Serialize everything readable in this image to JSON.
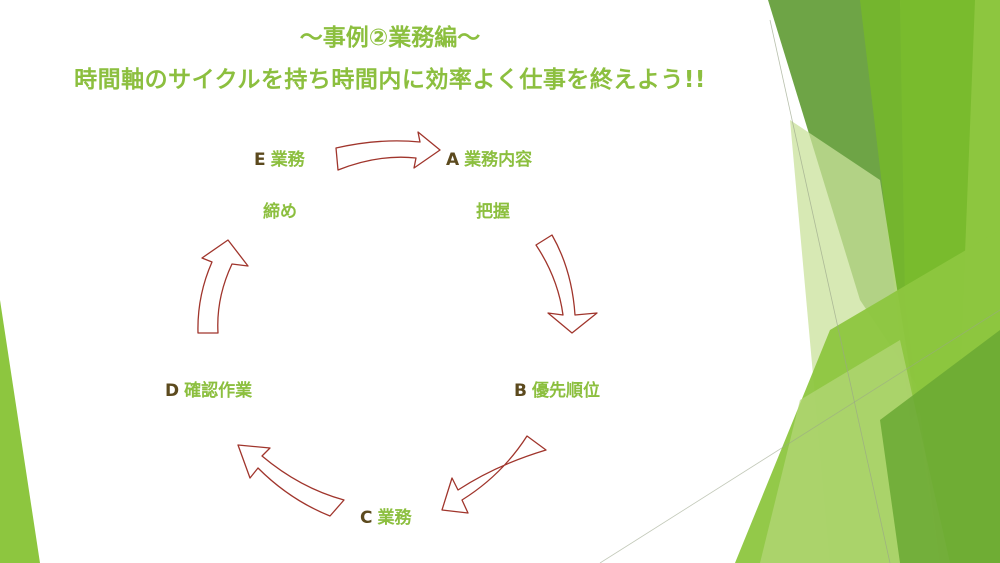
{
  "title": {
    "line1": "～事例②業務編～",
    "line2": "時間軸のサイクルを持ち時間内に効率よく仕事を終えよう!!"
  },
  "colors": {
    "title": "#8cbf3f",
    "letter": "#5c4a1e",
    "arrow_stroke": "#a0352c",
    "green_light": "#c9e29b",
    "green_mid": "#8dc63f",
    "green_dark": "#5e9a32"
  },
  "cycle": {
    "a": {
      "letter": "A",
      "label": "業務内容",
      "sub": "把握"
    },
    "b": {
      "letter": "B",
      "label": "優先順位"
    },
    "c": {
      "letter": "C",
      "label": "業務"
    },
    "d": {
      "letter": "D",
      "label": "確認作業"
    },
    "e": {
      "letter": "E",
      "label": "業務",
      "sub": "締め"
    }
  }
}
